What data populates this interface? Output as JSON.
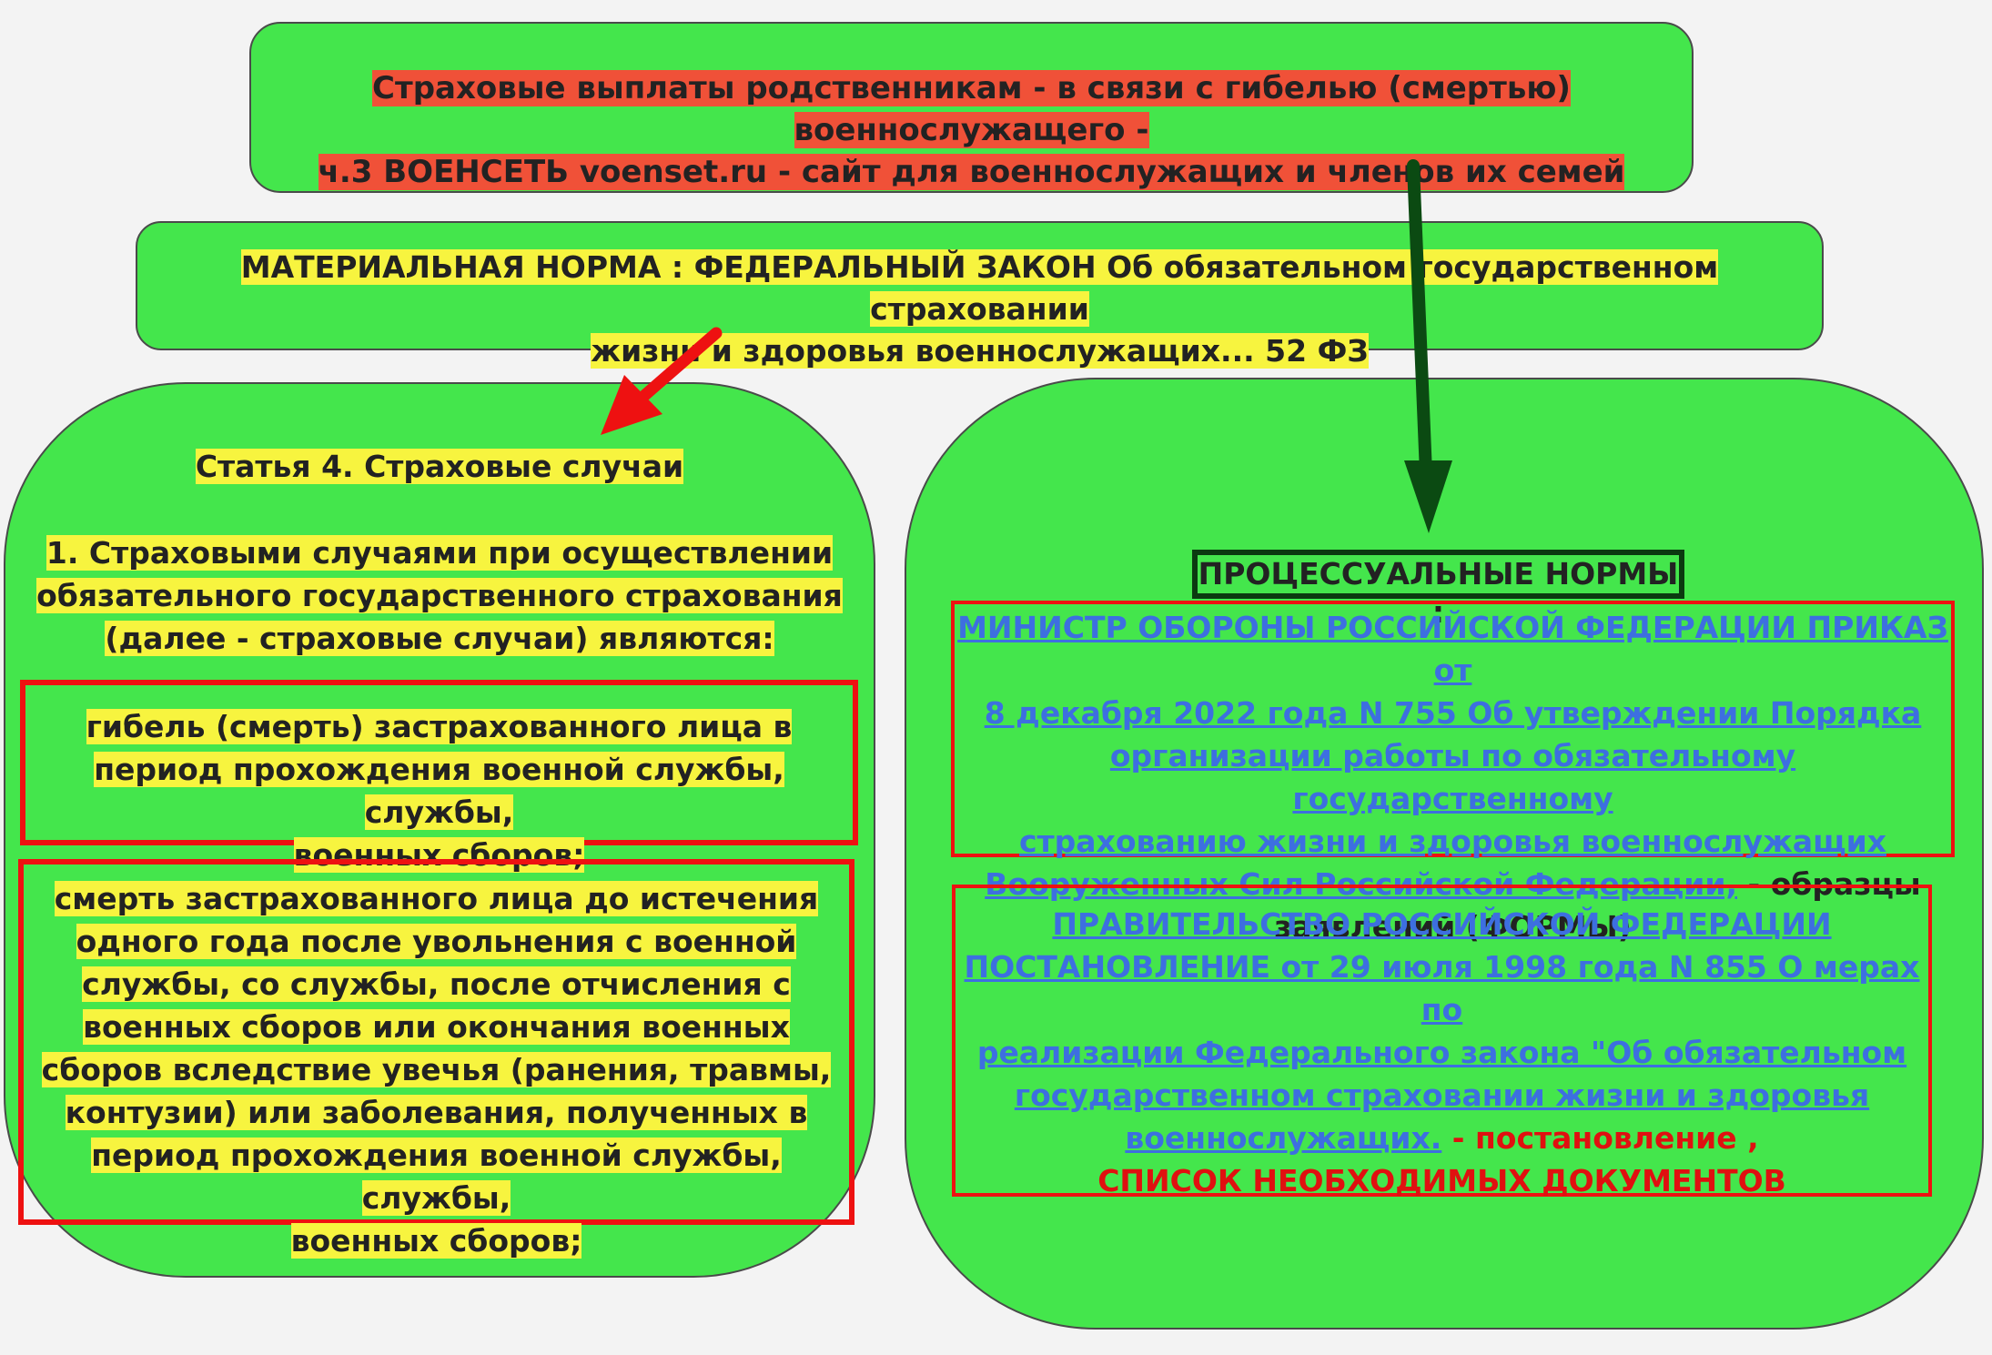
{
  "title_box": {
    "line1": "Страховые выплаты родственникам -  в связи с гибелью (смертью) военнослужащего -",
    "line2": "ч.3 ВОЕНСЕТЬ voenset.ru - сайт для военнослужащих и членов их семей"
  },
  "material_box": {
    "line1": "МАТЕРИАЛЬНАЯ НОРМА : ФЕДЕРАЛЬНЫЙ ЗАКОН Об обязательном государственном страховании",
    "line2": "жизни и здоровья военнослужащих... 52 ФЗ"
  },
  "left_panel": {
    "article_title": "Статья 4. Страховые случаи",
    "intro": [
      "1. Страховыми случаями при осуществлении",
      "обязательного государственного страхования",
      "(далее - страховые случаи) являются:"
    ],
    "case1": [
      "гибель (смерть) застрахованного лица в",
      "период прохождения военной службы, службы,",
      "военных сборов;"
    ],
    "case2": [
      "смерть застрахованного лица до истечения",
      "одного года после увольнения с военной",
      "службы, со службы, после отчисления с",
      "военных сборов или окончания военных",
      "сборов вследствие увечья (ранения, травмы,",
      "контузии) или заболевания, полученных в",
      "период прохождения военной службы, службы,",
      "военных сборов;"
    ]
  },
  "right_panel": {
    "header": "ПРОЦЕССУАЛЬНЫЕ НОРМЫ :",
    "order": {
      "link_lines": [
        "МИНИСТР ОБОРОНЫ РОССИЙСКОЙ ФЕДЕРАЦИИ ПРИКАЗ от",
        "8 декабря 2022 года N 755 Об утверждении Порядка",
        "организации работы по обязательному государственному",
        "страхованию жизни и здоровья военнослужащих",
        "Вооруженных Сил Российской Федерации,"
      ],
      "suffix": " - образцы",
      "tail": "заявлений (ФОРМЫ)"
    },
    "decree": {
      "link_lines": [
        "ПРАВИТЕЛЬСТВО РОССИЙСКОЙ ФЕДЕРАЦИИ",
        "ПОСТАНОВЛЕНИЕ от 29 июля 1998 года N 855 О мерах по",
        "реализации Федерального закона \"Об обязательном",
        "государственном страховании жизни и здоровья",
        "военнослужащих."
      ],
      "suffix": " - постановление ,",
      "tail": "СПИСОК НЕОБХОДИМЫХ ДОКУМЕНТОВ"
    }
  },
  "colors": {
    "box_green": "#44e64c",
    "highlight_yellow": "#f7f43f",
    "highlight_red": "#f05138",
    "frame_red": "#ee1111",
    "link_blue": "#3d6fe0",
    "arrow_dark_green": "#0b4a12"
  }
}
